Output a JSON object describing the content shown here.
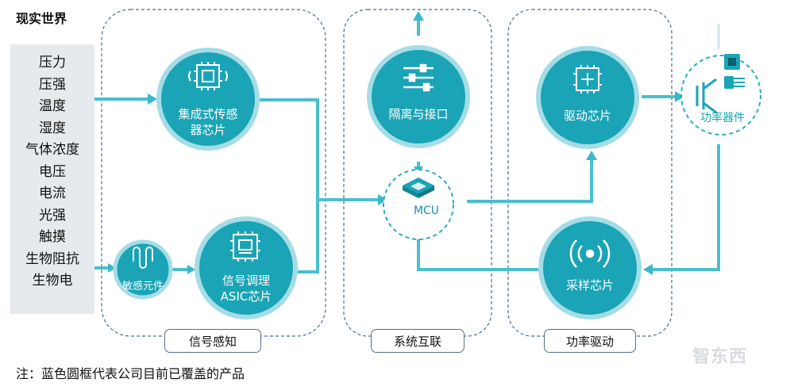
{
  "title": "现实世界",
  "inputs": [
    "压力",
    "压强",
    "温度",
    "湿度",
    "气体浓度",
    "电压",
    "电流",
    "光强",
    "触摸",
    "生物阻抗",
    "生物电"
  ],
  "groups": {
    "signal": "信号感知",
    "system": "系统互联",
    "power": "功率驱动"
  },
  "nodes": {
    "sensor_line1": "集成式传感",
    "sensor_line2": "器芯片",
    "sensitive": "敏感元件",
    "asic_line1": "信号调理",
    "asic_line2": "ASIC芯片",
    "isolation": "隔离与接口",
    "mcu": "MCU",
    "driver": "驱动芯片",
    "sampling": "采样芯片",
    "power_device": "功率器件"
  },
  "note": "注：蓝色圆框代表公司目前已覆盖的产品",
  "watermark": "智东西",
  "colors": {
    "circle": "#1aa4b6",
    "arrow": "#3fbfd0",
    "dashed": "#4a6a92"
  }
}
